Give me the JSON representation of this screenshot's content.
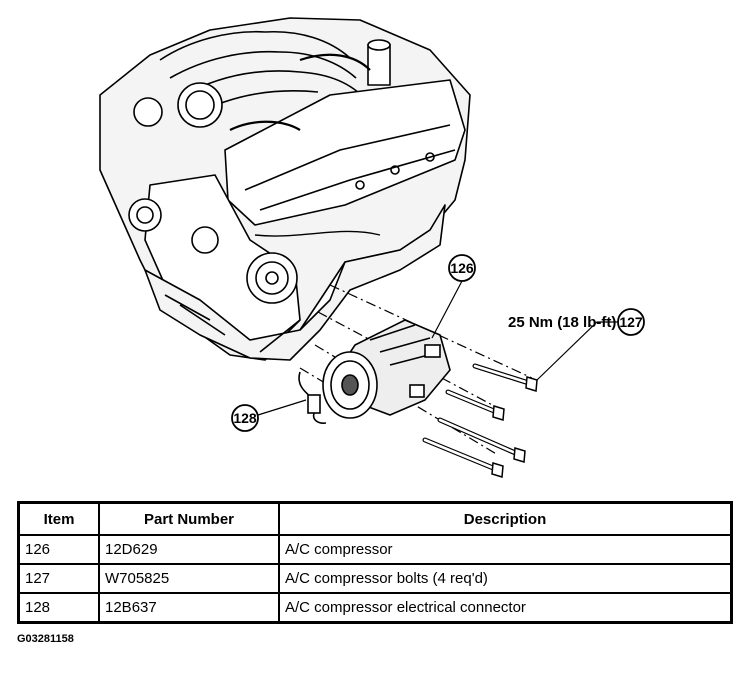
{
  "figure": {
    "callouts": [
      {
        "id": "callout-126",
        "text": "126"
      },
      {
        "id": "callout-127",
        "text": "127"
      },
      {
        "id": "callout-128",
        "text": "128"
      }
    ],
    "torque_label": "25 Nm (18 lb-ft)",
    "figure_id": "G03281158"
  },
  "table": {
    "headers": [
      "Item",
      "Part Number",
      "Description"
    ],
    "rows": [
      [
        "126",
        "12D629",
        "A/C compressor"
      ],
      [
        "127",
        "W705825",
        "A/C compressor bolts (4 req'd)"
      ],
      [
        "128",
        "12B637",
        "A/C compressor electrical connector"
      ]
    ]
  }
}
